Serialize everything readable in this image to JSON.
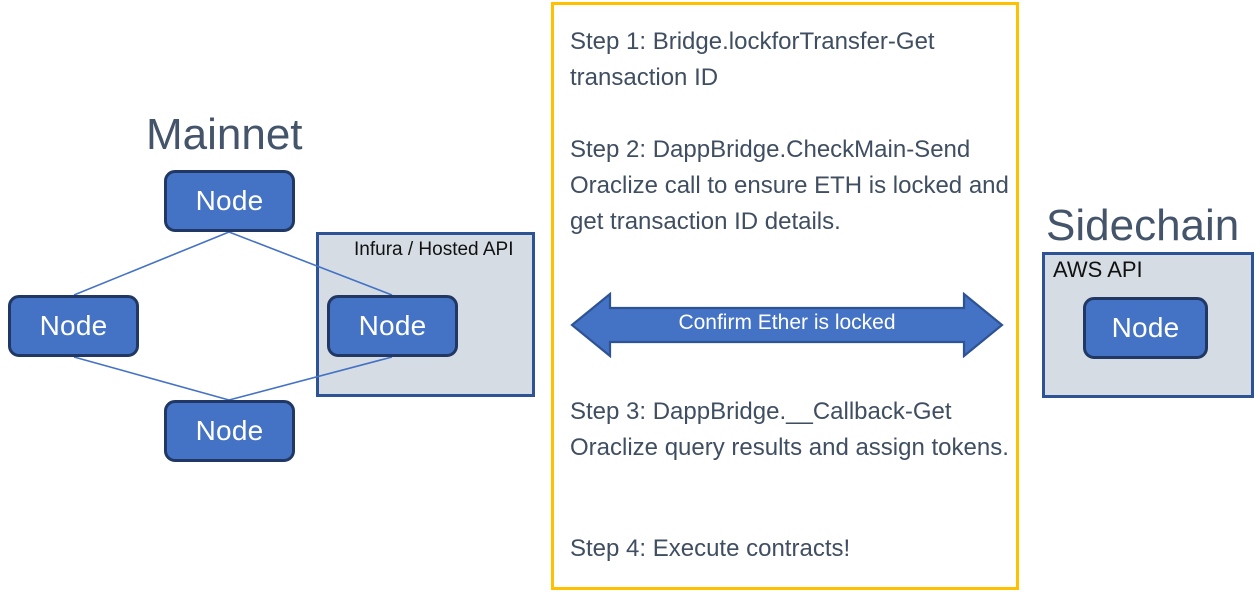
{
  "diagram": {
    "left_section": {
      "title": "Mainnet",
      "nodes": [
        {
          "label": "Node"
        },
        {
          "label": "Node"
        },
        {
          "label": "Node"
        },
        {
          "label": "Node"
        }
      ],
      "container_label": "Infura / Hosted API"
    },
    "right_section": {
      "title": "Sidechain",
      "container_label": "AWS API",
      "node_label": "Node"
    },
    "center_panel": {
      "steps": [
        "Step 1: Bridge.lockforTransfer-Get transaction ID",
        "Step 2: DappBridge.CheckMain-Send Oraclize call to ensure ETH is locked and get transaction ID details.",
        "Step 3: DappBridge.__Callback-Get Oraclize query results and assign tokens.",
        "Step 4: Execute contracts!"
      ],
      "arrow_label": "Confirm Ether is locked"
    },
    "colors": {
      "node_fill": "#4472C4",
      "node_border": "#213864",
      "container_fill": "#D5DCE4",
      "container_border": "#2E5395",
      "panel_border": "#FFC000",
      "title_text": "#44546A",
      "body_text": "#3F4E61",
      "arrow_fill": "#4472C4",
      "arrow_border": "#2E5395",
      "connector_line": "#4472C4"
    }
  }
}
